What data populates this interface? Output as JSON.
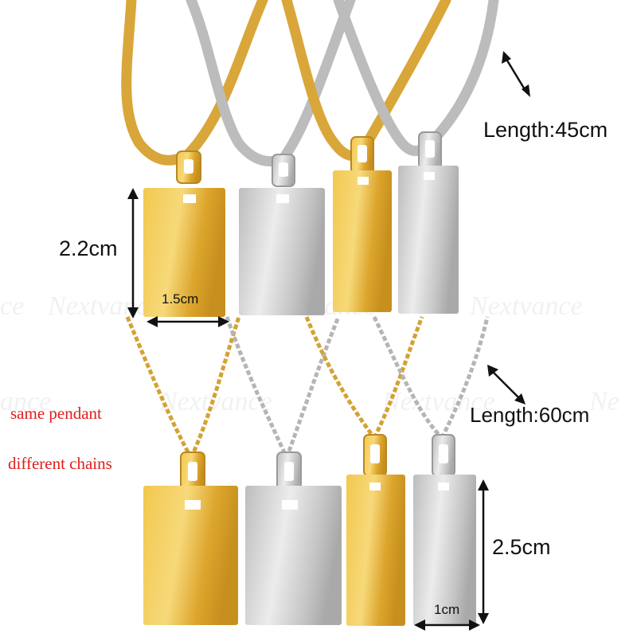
{
  "labels": {
    "length_short": "Length:45cm",
    "length_long": "Length:60cm",
    "height_small": "2.2cm",
    "width_small": "1.5cm",
    "height_large": "2.5cm",
    "width_large": "1cm"
  },
  "notes": {
    "line1": "same pendant",
    "line2": "different chains"
  },
  "colors": {
    "gold": "#e6b232",
    "silver": "#c9c9c9",
    "note_red": "#e01d1d"
  }
}
